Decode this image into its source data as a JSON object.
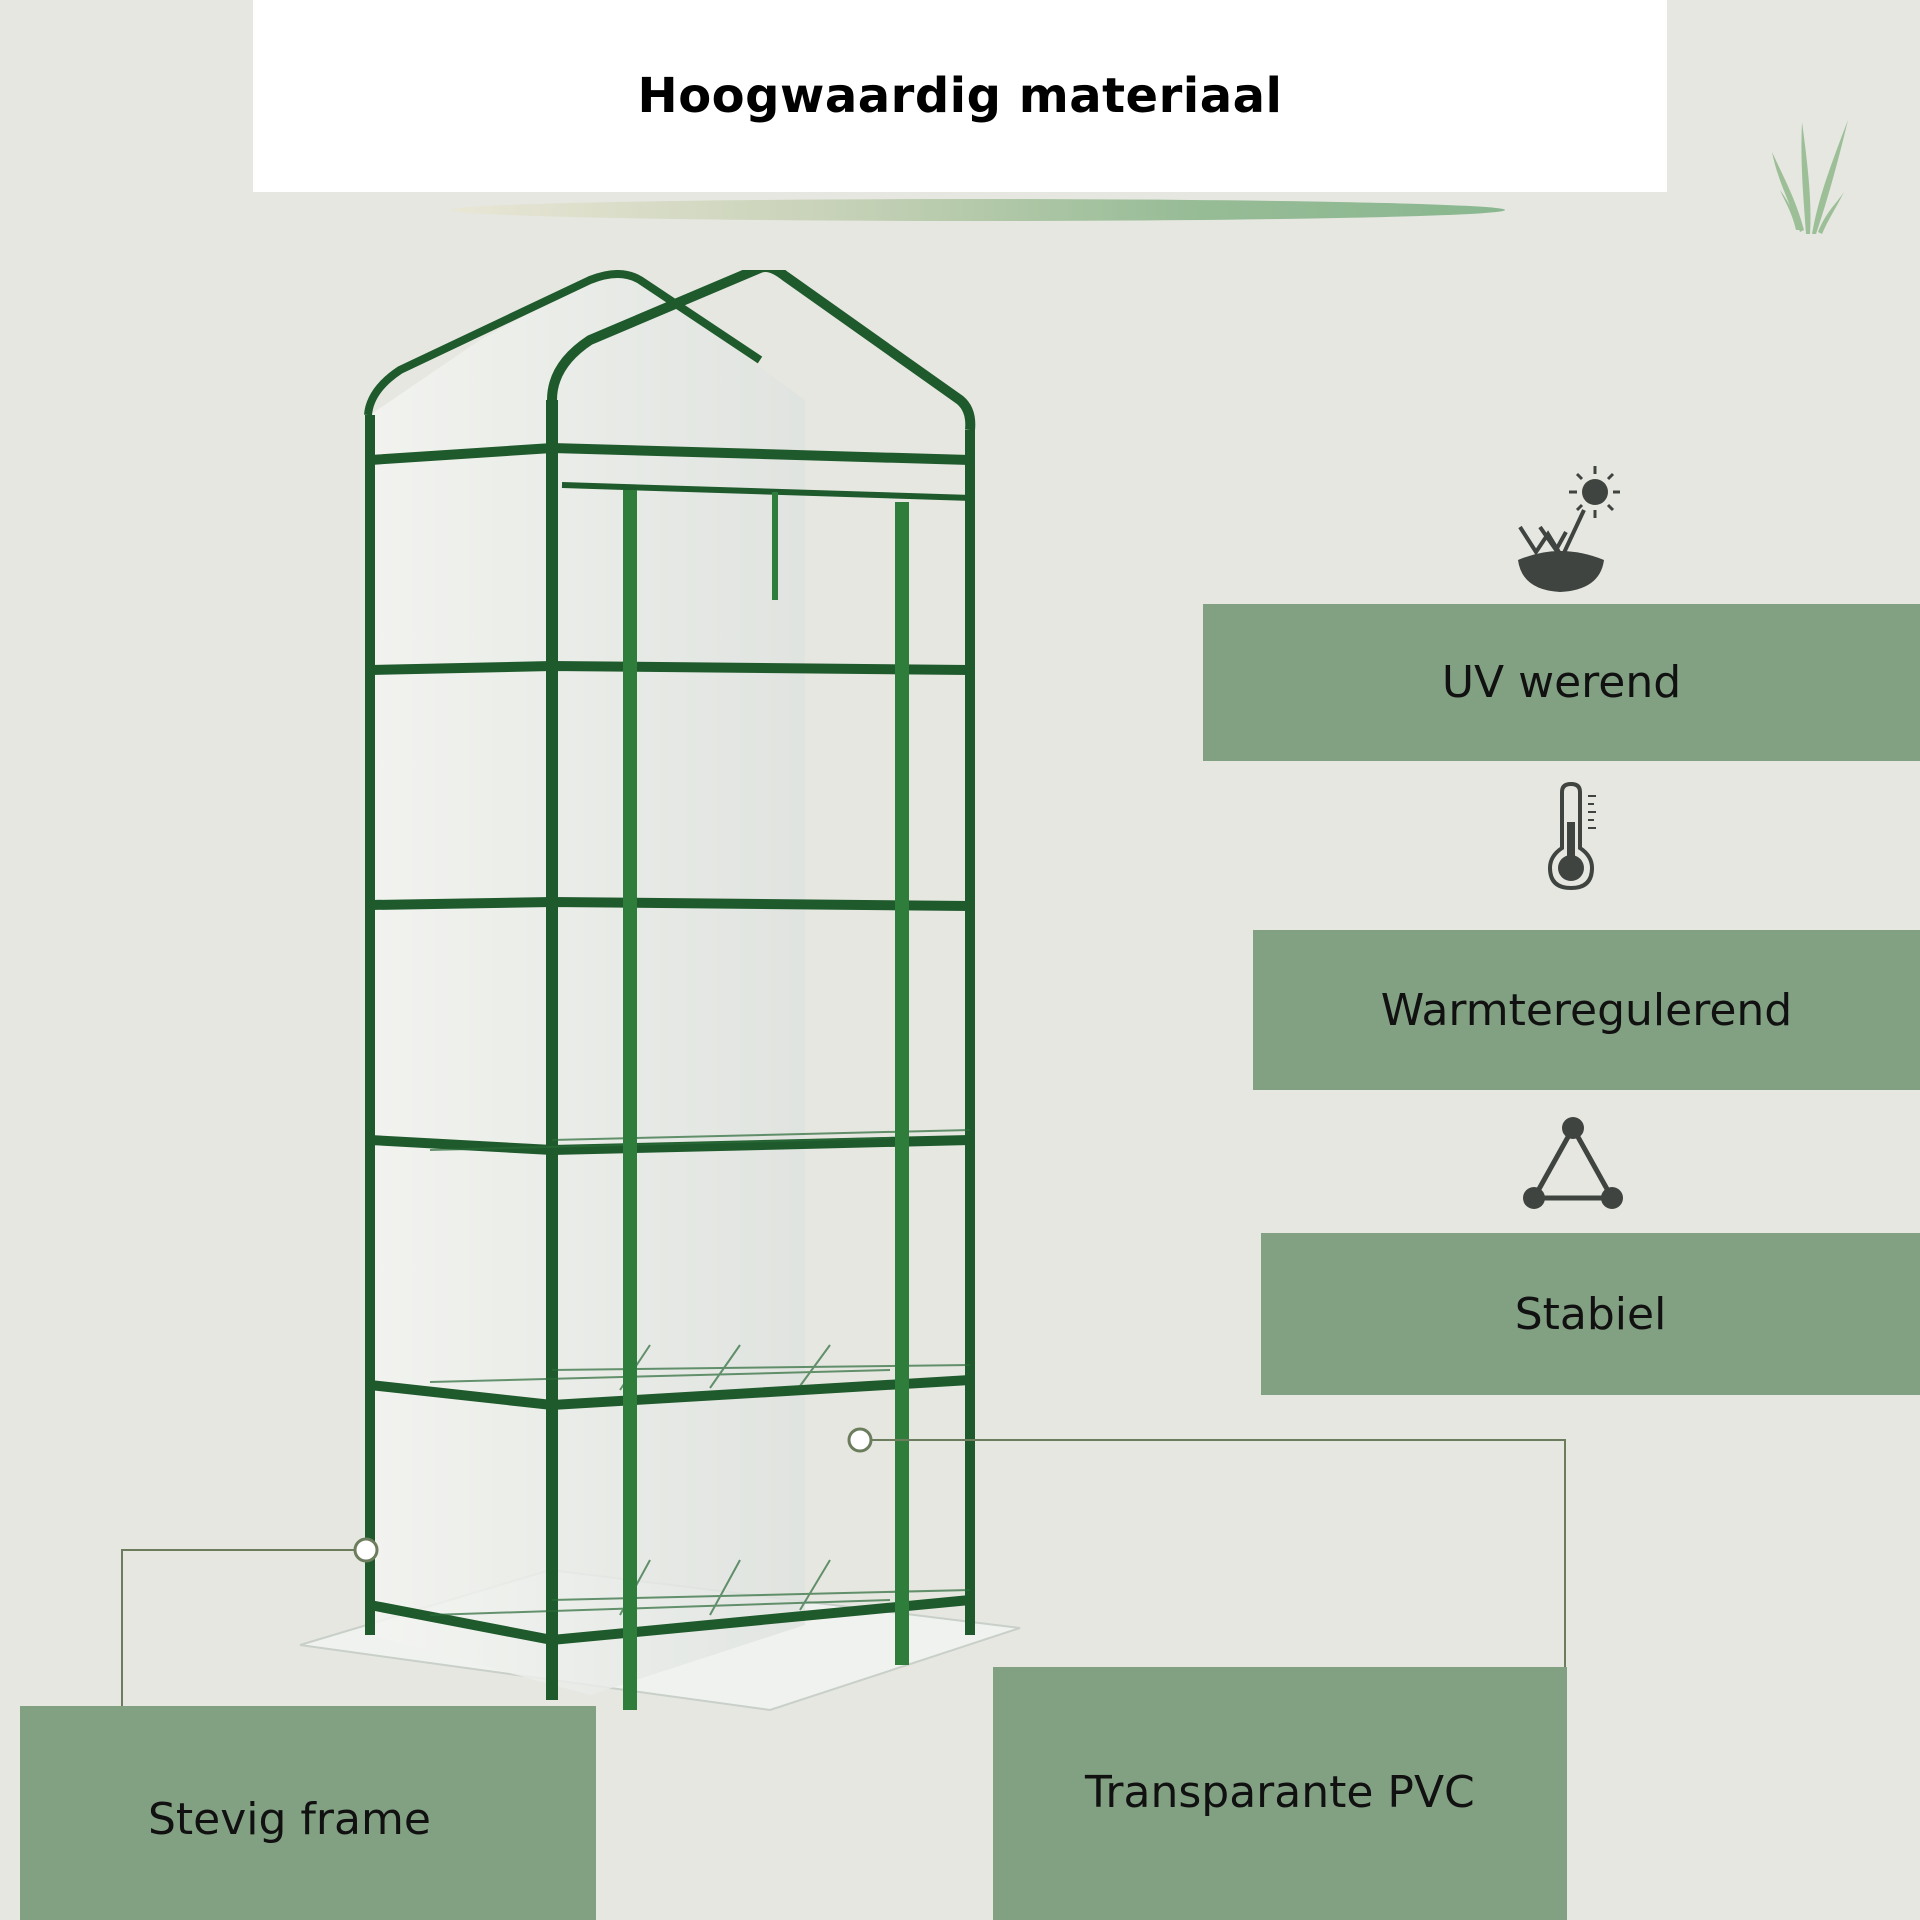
{
  "header": {
    "title": "Hoogwaardig materiaal"
  },
  "features": {
    "uv": {
      "label": "UV werend",
      "icon": "uv-sun-icon"
    },
    "warmth": {
      "label": "Warmteregulerend",
      "icon": "thermometer-icon"
    },
    "stable": {
      "label": "Stabiel",
      "icon": "triangle-nodes-icon"
    }
  },
  "callouts": {
    "frame": {
      "label": "Stevig frame"
    },
    "pvc": {
      "label": "Transparante PVC"
    }
  },
  "decor": {
    "icon": "grass-icon"
  },
  "colors": {
    "background": "#e6e7e1",
    "label_box": "#82a183",
    "frame_green": "#1f5a2c",
    "callout_line": "#6b7d5c"
  }
}
